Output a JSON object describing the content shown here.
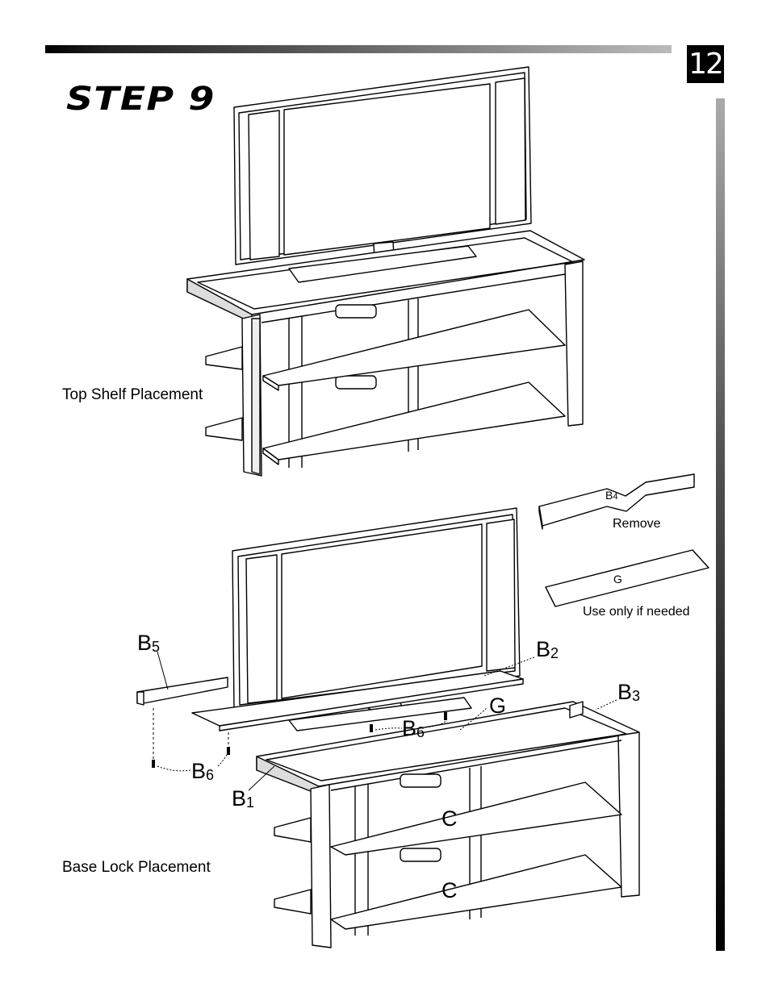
{
  "page": {
    "number": "12",
    "step_title": "STEP 9"
  },
  "captions": {
    "top": "Top Shelf Placement",
    "bottom": "Base Lock Placement"
  },
  "labels": {
    "b5": "B",
    "b5_sub": "5",
    "b2": "B",
    "b2_sub": "2",
    "b3": "B",
    "b3_sub": "3",
    "b6a": "B",
    "b6a_sub": "6",
    "b6b": "B",
    "b6b_sub": "6",
    "b1": "B",
    "b1_sub": "1",
    "g": "G",
    "c1": "C",
    "c2": "C"
  },
  "parts": {
    "b4": "B",
    "b4_sub": "4",
    "remove": "Remove",
    "g": "G",
    "use_if_needed": "Use only if needed"
  }
}
